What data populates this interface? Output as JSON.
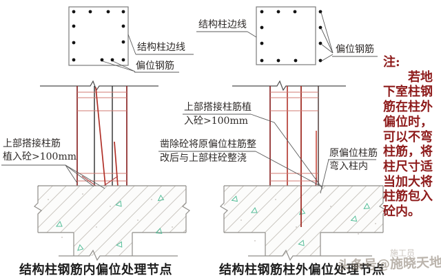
{
  "figure": {
    "left": {
      "edge_label": "结构柱边线",
      "offset_label": "偏位钢筋",
      "lap_note_line1": "上部搭接柱筋",
      "lap_note_line2": "植入砼>100mm",
      "caption": "结构柱钢筋内偏位处理节点"
    },
    "right": {
      "edge_label": "结构柱边线",
      "offset_label": "偏位钢筋",
      "lap_note_line1": "上部搭接柱筋植",
      "lap_note_line2": "入砼>100mm",
      "chisel_note_line1": "凿除砼将原偏位柱筋整",
      "chisel_note_line2": "改后与上部柱砼整浇",
      "bend_note_line1": "原偏位柱筋",
      "bend_note_line2": "弯入柱内",
      "caption": "结构柱钢筋柱外偏位处理节点"
    },
    "note": "注:\n　　若地\n下室柱钢\n筋在柱外\n偏位时，\n可以不弯\n柱筋，将\n柱尺寸适\n当加大将\n柱筋包入\n砼内。",
    "watermark_small": "施工员",
    "watermark": "头条号@施晓天地",
    "colors": {
      "rebar_red": "#b03028",
      "rebar_dark_red": "#8a2525",
      "tie_red": "#d07a70",
      "note_red": "#8e1c1c",
      "triangle_green": "#52bd97",
      "outline_gray": "#8f8d89",
      "text_dark": "#1c1c1c"
    }
  }
}
